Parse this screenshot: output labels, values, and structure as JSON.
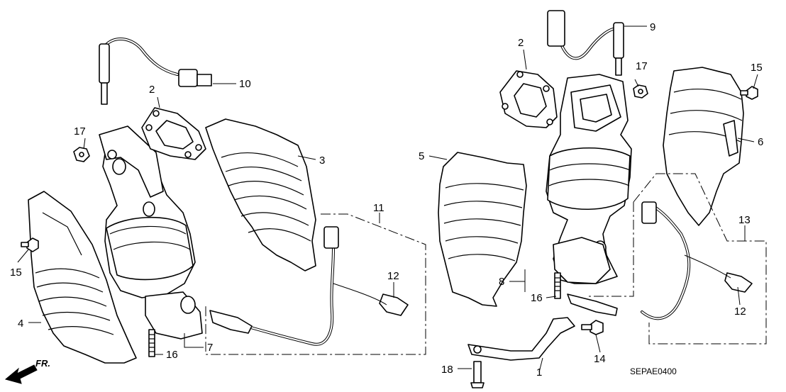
{
  "diagram": {
    "callouts": [
      {
        "id": "c1",
        "label": "1"
      },
      {
        "id": "c2a",
        "label": "2"
      },
      {
        "id": "c2b",
        "label": "2"
      },
      {
        "id": "c3",
        "label": "3"
      },
      {
        "id": "c4",
        "label": "4"
      },
      {
        "id": "c5",
        "label": "5"
      },
      {
        "id": "c6",
        "label": "6"
      },
      {
        "id": "c7",
        "label": "7"
      },
      {
        "id": "c8",
        "label": "8"
      },
      {
        "id": "c9",
        "label": "9"
      },
      {
        "id": "c10",
        "label": "10"
      },
      {
        "id": "c11",
        "label": "11"
      },
      {
        "id": "c12a",
        "label": "12"
      },
      {
        "id": "c12b",
        "label": "12"
      },
      {
        "id": "c13",
        "label": "13"
      },
      {
        "id": "c14",
        "label": "14"
      },
      {
        "id": "c15a",
        "label": "15"
      },
      {
        "id": "c15b",
        "label": "15"
      },
      {
        "id": "c16a",
        "label": "16"
      },
      {
        "id": "c16b",
        "label": "16"
      },
      {
        "id": "c17a",
        "label": "17"
      },
      {
        "id": "c17b",
        "label": "17"
      },
      {
        "id": "c18",
        "label": "18"
      }
    ],
    "direction_marker": "FR.",
    "diagram_code": "SEPAE0400"
  }
}
